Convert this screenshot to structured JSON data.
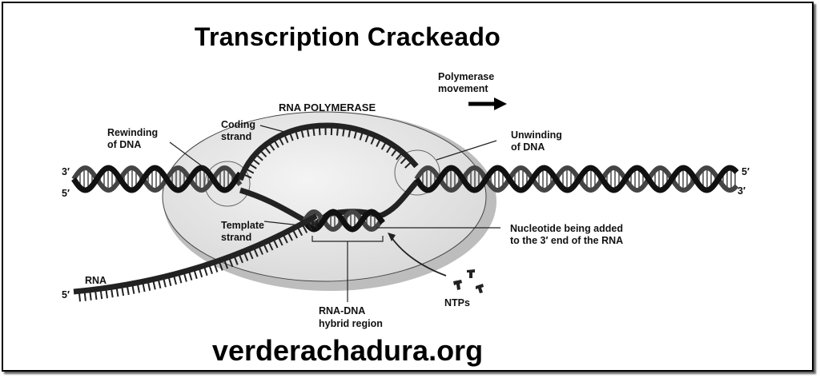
{
  "title": "Transcription Crackeado",
  "footer": "verderachadura.org",
  "labels": {
    "polymerase_movement_1": "Polymerase",
    "polymerase_movement_2": "movement",
    "rna_polymerase": "RNA POLYMERASE",
    "rewinding_1": "Rewinding",
    "rewinding_2": "of DNA",
    "coding_1": "Coding",
    "coding_2": "strand",
    "unwinding_1": "Unwinding",
    "unwinding_2": "of DNA",
    "left_top_end": "3′",
    "left_bottom_end": "5′",
    "right_top_end": "5′",
    "right_bottom_end": "3′",
    "template_1": "Template",
    "template_2": "strand",
    "nucleotide_1": "Nucleotide being added",
    "nucleotide_2": "to the 3′ end of the RNA",
    "rna": "RNA",
    "rna_end": "5′",
    "hybrid_1": "RNA-DNA",
    "hybrid_2": "hybrid region",
    "ntps": "NTPs"
  }
}
